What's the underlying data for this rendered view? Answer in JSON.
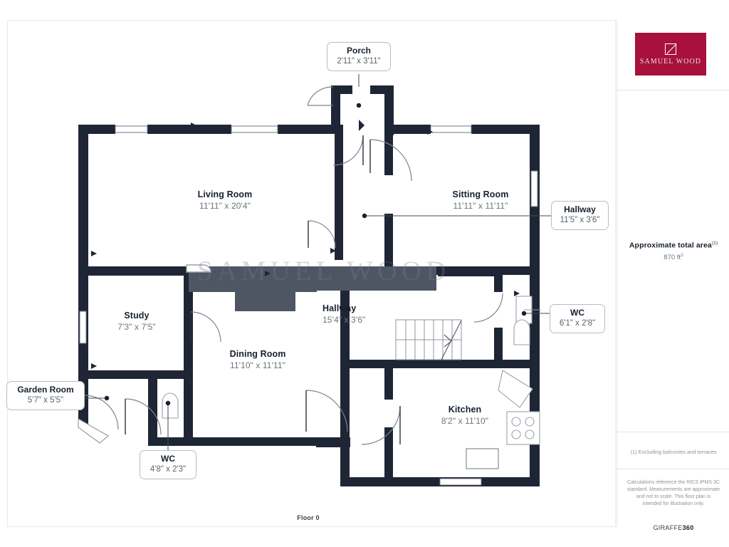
{
  "document": {
    "floor_label": "Floor 0",
    "watermark": "SAMUEL WOOD"
  },
  "sidebar": {
    "logo": {
      "brand": "SAMUEL WOOD"
    },
    "area": {
      "title": "Approximate total area",
      "title_superscript": "(1)",
      "value": "870 ft",
      "value_superscript": "2"
    },
    "footnote": "(1) Excluding balconies and terraces",
    "disclaimer": "Calculations reference the RICS IPMS 3C standard. Measurements are approximate and not to scale. This floor plan is intended for illustration only.",
    "provider": {
      "prefix": "GIRAFFE",
      "suffix": "360"
    }
  },
  "rooms": [
    {
      "name": "Living Room",
      "dims": "11'11\" x 20'4\""
    },
    {
      "name": "Sitting Room",
      "dims": "11'11\" x 11'11\""
    },
    {
      "name": "Study",
      "dims": "7'3\" x 7'5\""
    },
    {
      "name": "Dining Room",
      "dims": "11'10\" x 11'11\""
    },
    {
      "name": "Hallway",
      "dims": "15'4\" x 3'6\""
    },
    {
      "name": "Kitchen",
      "dims": "8'2\" x 11'10\""
    }
  ],
  "callouts": [
    {
      "name": "Porch",
      "dims": "2'11\" x 3'11\""
    },
    {
      "name": "Hallway",
      "dims": "11'5\" x 3'6\""
    },
    {
      "name": "WC",
      "dims": "6'1\" x 2'8\""
    },
    {
      "name": "Garden Room",
      "dims": "5'7\" x 5'5\""
    },
    {
      "name": "WC",
      "dims": "4'8\" x 2'3\""
    }
  ],
  "colors": {
    "wall": "#1e2636",
    "brand_red": "#a7113b",
    "text_dark": "#16202e",
    "text_muted": "#6e7478",
    "border": "#e3e3e6"
  }
}
